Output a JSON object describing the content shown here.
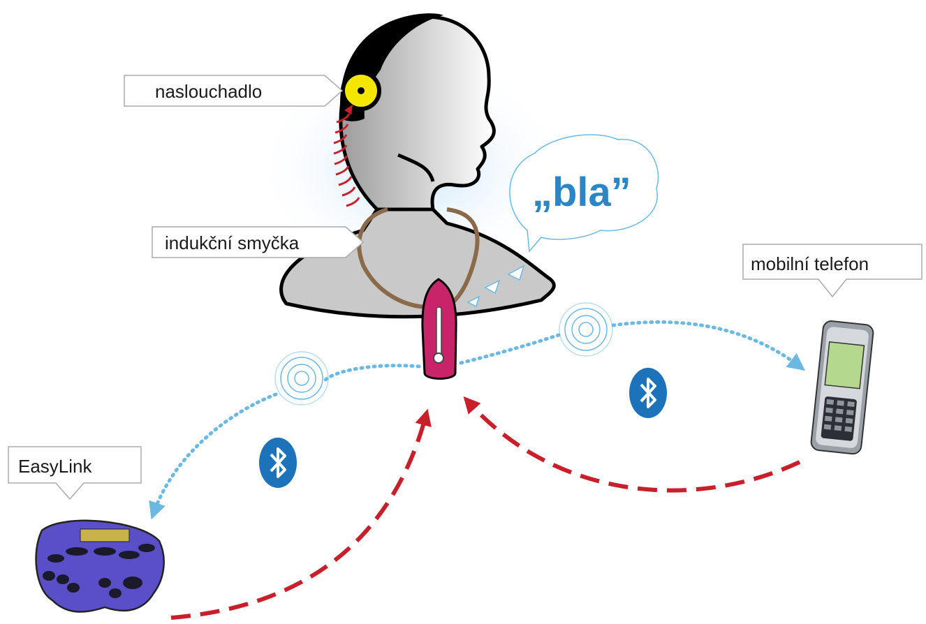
{
  "labels": {
    "hearing_aid": "naslouchadlo",
    "induction_loop": "indukční smyčka",
    "mobile_phone": "mobilní telefon",
    "easylink": "EasyLink"
  },
  "speech": "„bla”",
  "colors": {
    "bluetooth": "#1d73b9",
    "wireless_link": "#6bb9e3",
    "audio_link": "#c8202a",
    "streamer": "#c8246a",
    "head": "#c9c9c9",
    "hearing_aid": "#f5e600",
    "cord": "#8b6a4a",
    "braille_device": "#5a4fc8"
  },
  "icons": [
    "bluetooth-icon",
    "wireless-signal-icon",
    "hearing-aid-icon",
    "mobile-phone-icon",
    "braille-display-icon",
    "streamer-device-icon"
  ]
}
